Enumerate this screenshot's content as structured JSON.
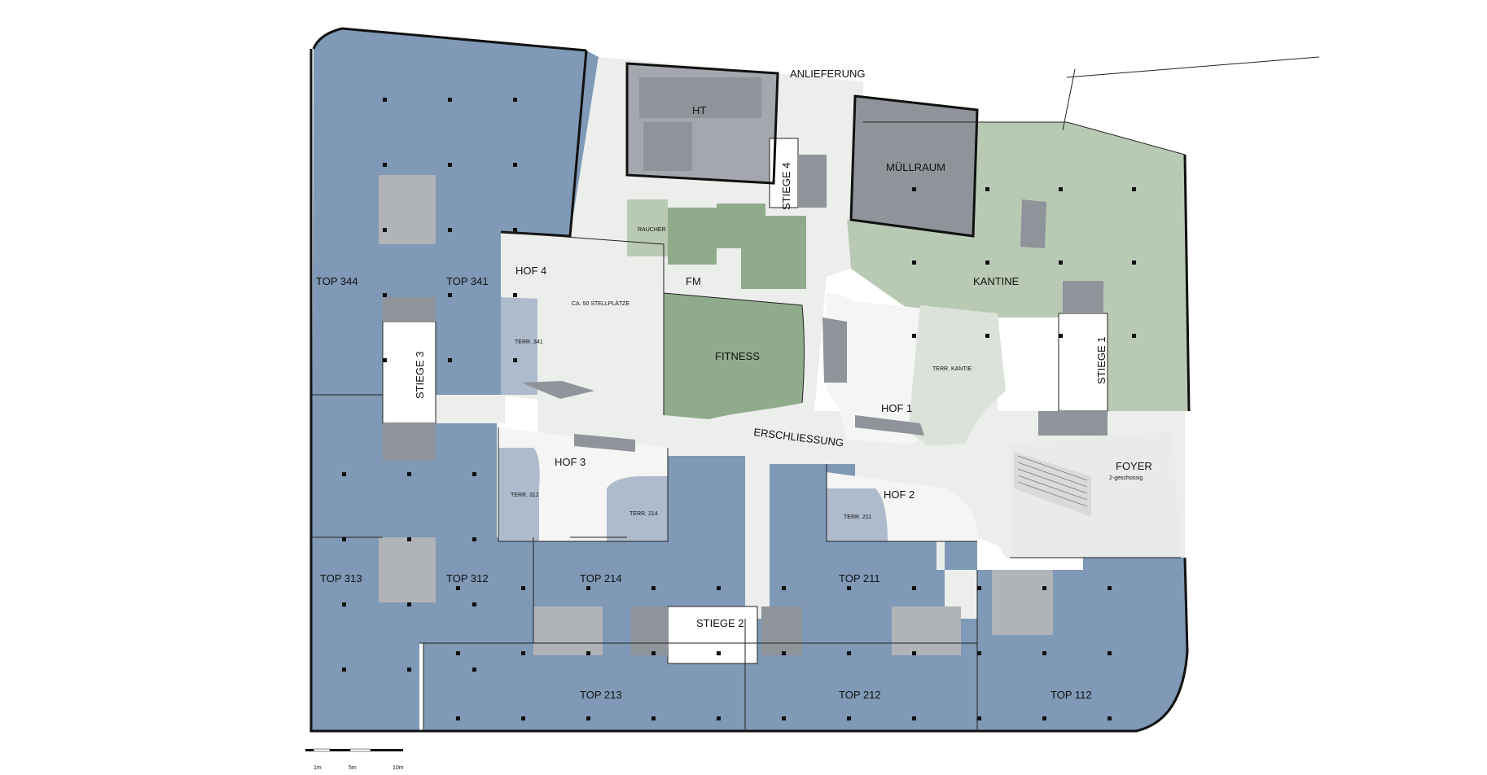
{
  "plan": {
    "offices": {
      "top344": "TOP 344",
      "top341": "TOP 341",
      "top313": "TOP 313",
      "top312": "TOP 312",
      "top214": "TOP 214",
      "top211": "TOP 211",
      "top213": "TOP 213",
      "top212": "TOP 212",
      "top112": "TOP 112"
    },
    "stairs": {
      "s1": "STIEGE 1",
      "s2": "STIEGE 2",
      "s3": "STIEGE 3",
      "s4": "STIEGE 4"
    },
    "courts": {
      "h1": "HOF 1",
      "h2": "HOF 2",
      "h3": "HOF 3",
      "h4": "HOF 4"
    },
    "terraces": {
      "t341": "TERR. 341",
      "t312": "TERR. 312",
      "t214": "TERR. 214",
      "t211": "TERR. 211",
      "tk": "TERR. KANTIE"
    },
    "rooms": {
      "anlieferung": "ANLIEFERUNG",
      "ht": "HT",
      "muellraum": "MÜLLRAUM",
      "kantine": "KANTINE",
      "raucher": "RAUCHER",
      "fm": "FM",
      "fitness": "FITNESS",
      "erschliessung": "ERSCHLIESSUNG",
      "foyer": "FOYER",
      "foyer_sub": "2-geschossig",
      "parking": "CA. 50 STELLPLÄTZE"
    },
    "scale": {
      "s1": "1m",
      "s5": "5m",
      "s10": "10m"
    },
    "colors": {
      "office": "#7f99b6",
      "kantine": "#b9cab4",
      "fitness": "#90ab8c",
      "service": "#a4a7ad",
      "circulation": "#eceeec"
    }
  }
}
